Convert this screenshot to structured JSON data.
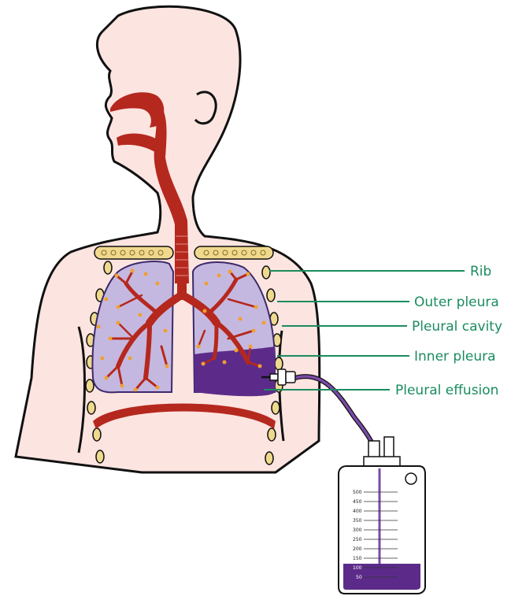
{
  "labels": {
    "rib": "Rib",
    "outer_pleura": "Outer pleura",
    "pleural_cavity": "Pleural cavity",
    "inner_pleura": "Inner pleura",
    "pleural_effusion": "Pleural effusion"
  },
  "drainage_bottle": {
    "scale_marks": [
      "500",
      "450",
      "400",
      "350",
      "300",
      "250",
      "200",
      "150",
      "100",
      "50"
    ],
    "fluid_level_ml": 100
  },
  "colors": {
    "skin": "#fce4e0",
    "outline": "#111111",
    "airway": "#b5281e",
    "lung": "#c5b8e0",
    "fluid": "#5c2b8a",
    "rib": "#efd98e",
    "label": "#1a8c5e",
    "alveoli": "#f0a030"
  }
}
